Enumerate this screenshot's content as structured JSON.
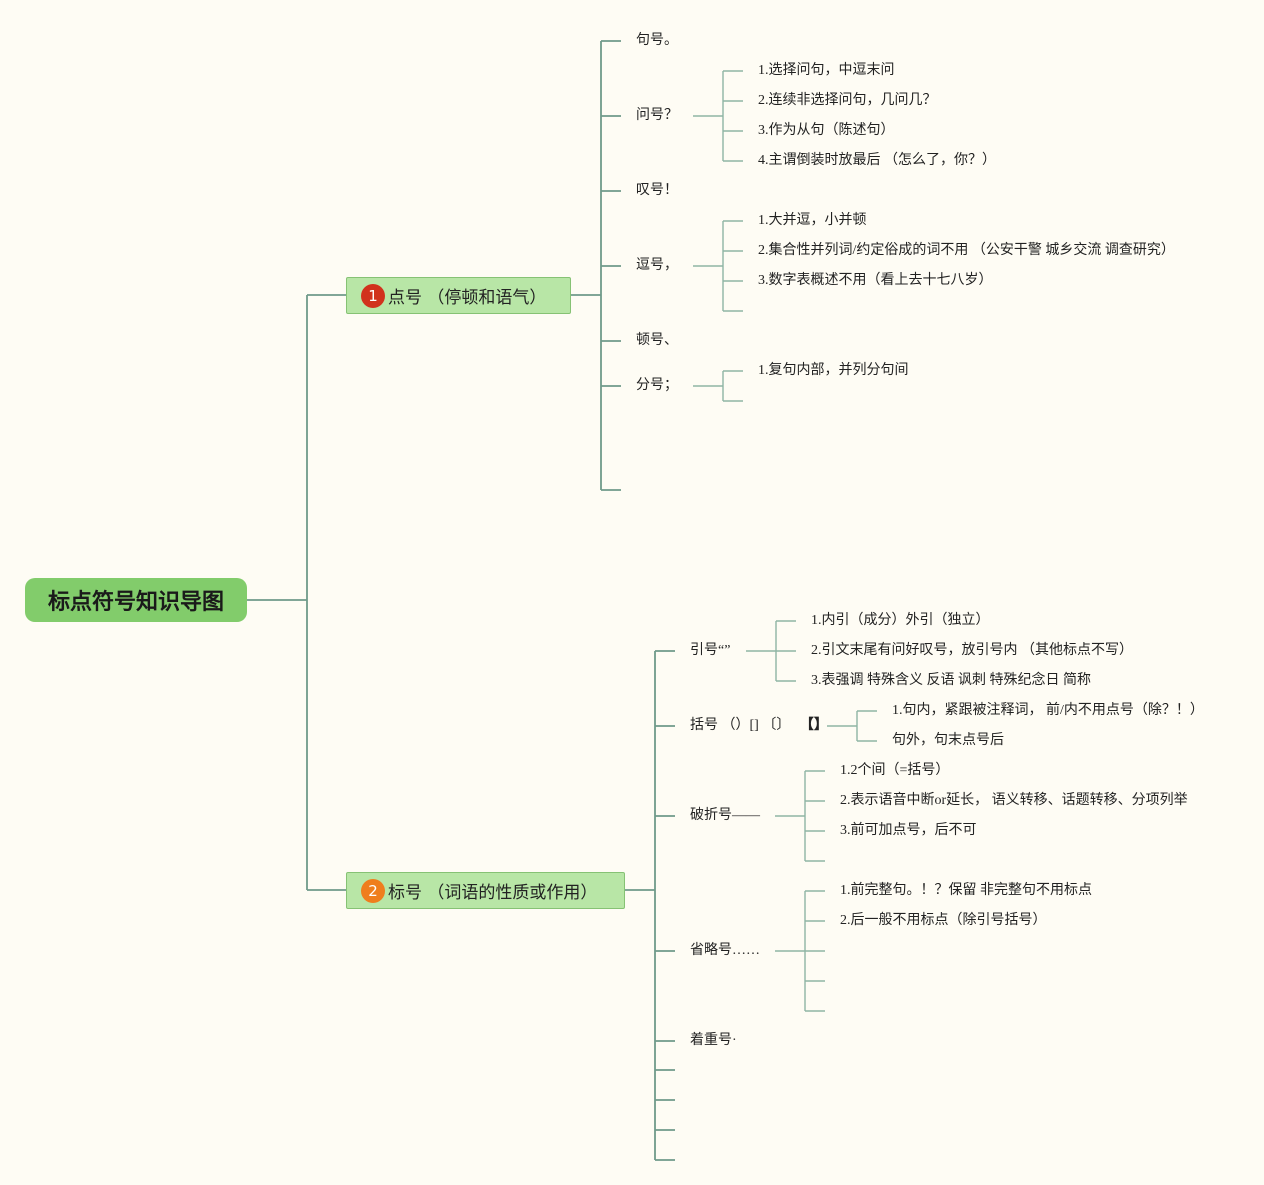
{
  "root": "标点符号知识导图",
  "branch1": {
    "badge": "1",
    "label": "点号 （停顿和语气）",
    "items": {
      "juhao": "句号。",
      "wenhao": "问号？",
      "tanhao": "叹号！",
      "douhao": "逗号，",
      "dunhao": "顿号、",
      "fenhao": "分号；"
    },
    "wenhao_sub": [
      "1.选择问句，中逗末问",
      "2.连续非选择问句，几问几？",
      "3.作为从句（陈述句）",
      "4.主谓倒装时放最后 （怎么了，你？）"
    ],
    "douhao_sub": [
      "1.大并逗，小并顿",
      "2.集合性并列词/约定俗成的词不用 （公安干警 城乡交流 调查研究）",
      "3.数字表概述不用（看上去十七八岁）"
    ],
    "fenhao_sub": [
      "1.复句内部，并列分句间"
    ]
  },
  "branch2": {
    "badge": "2",
    "label": "标号 （词语的性质或作用）",
    "items": {
      "yinhao": "引号“”",
      "kuohao": "括号 （）[] 〔〕",
      "kuohao_bold": "【】",
      "pozhe": "破折号——",
      "shenglue": "省略号……",
      "zhuozhong": "着重号·"
    },
    "yinhao_sub": [
      "1.内引（成分）外引（独立）",
      "2.引文末尾有问好叹号，放引号内 （其他标点不写）",
      "3.表强调 特殊含义 反语 讽刺 特殊纪念日 简称"
    ],
    "kuohao_sub": [
      "1.句内，紧跟被注释词， 前/内不用点号（除？！）",
      "句外，句末点号后"
    ],
    "pozhe_sub": [
      "1.2个间（=括号）",
      "2.表示语音中断or延长， 语义转移、话题转移、分项列举",
      "3.前可加点号，后不可"
    ],
    "shenglue_sub": [
      "1.前完整句。！？保留 非完整句不用标点",
      "2.后一般不用标点（除引号括号）"
    ]
  }
}
